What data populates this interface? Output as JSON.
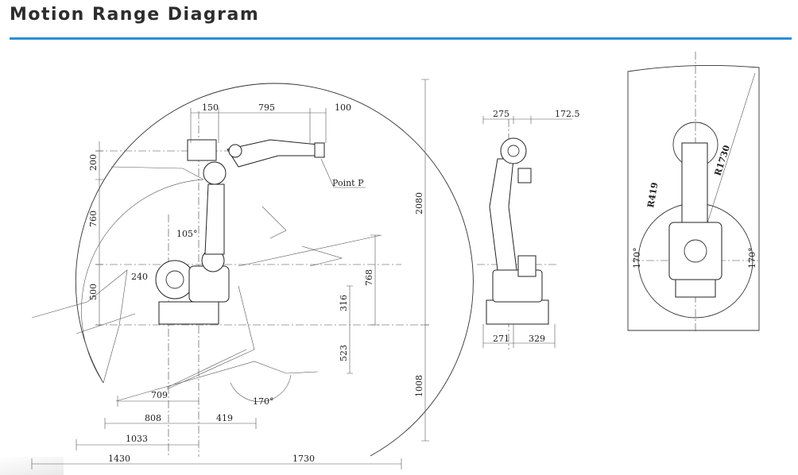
{
  "header": {
    "title": "Motion Range Diagram",
    "accent_color": "#2b8fd6"
  },
  "side_view": {
    "top_dims": [
      "150",
      "795",
      "100"
    ],
    "left_dims": [
      "200",
      "760",
      "500"
    ],
    "right_dims": [
      "2080",
      "768",
      "316",
      "523",
      "1008"
    ],
    "bottom_dims": [
      "709",
      "808",
      "419",
      "1033",
      "1430",
      "1730"
    ],
    "angles": [
      "105°",
      "240",
      "170°"
    ],
    "point_label": "Point P"
  },
  "front_view": {
    "top_dims": [
      "275",
      "172.5"
    ],
    "bottom_dims": [
      "271",
      "329"
    ]
  },
  "top_view": {
    "radii": [
      "R419",
      "R1730"
    ],
    "angles": [
      "170°",
      "170°"
    ]
  }
}
